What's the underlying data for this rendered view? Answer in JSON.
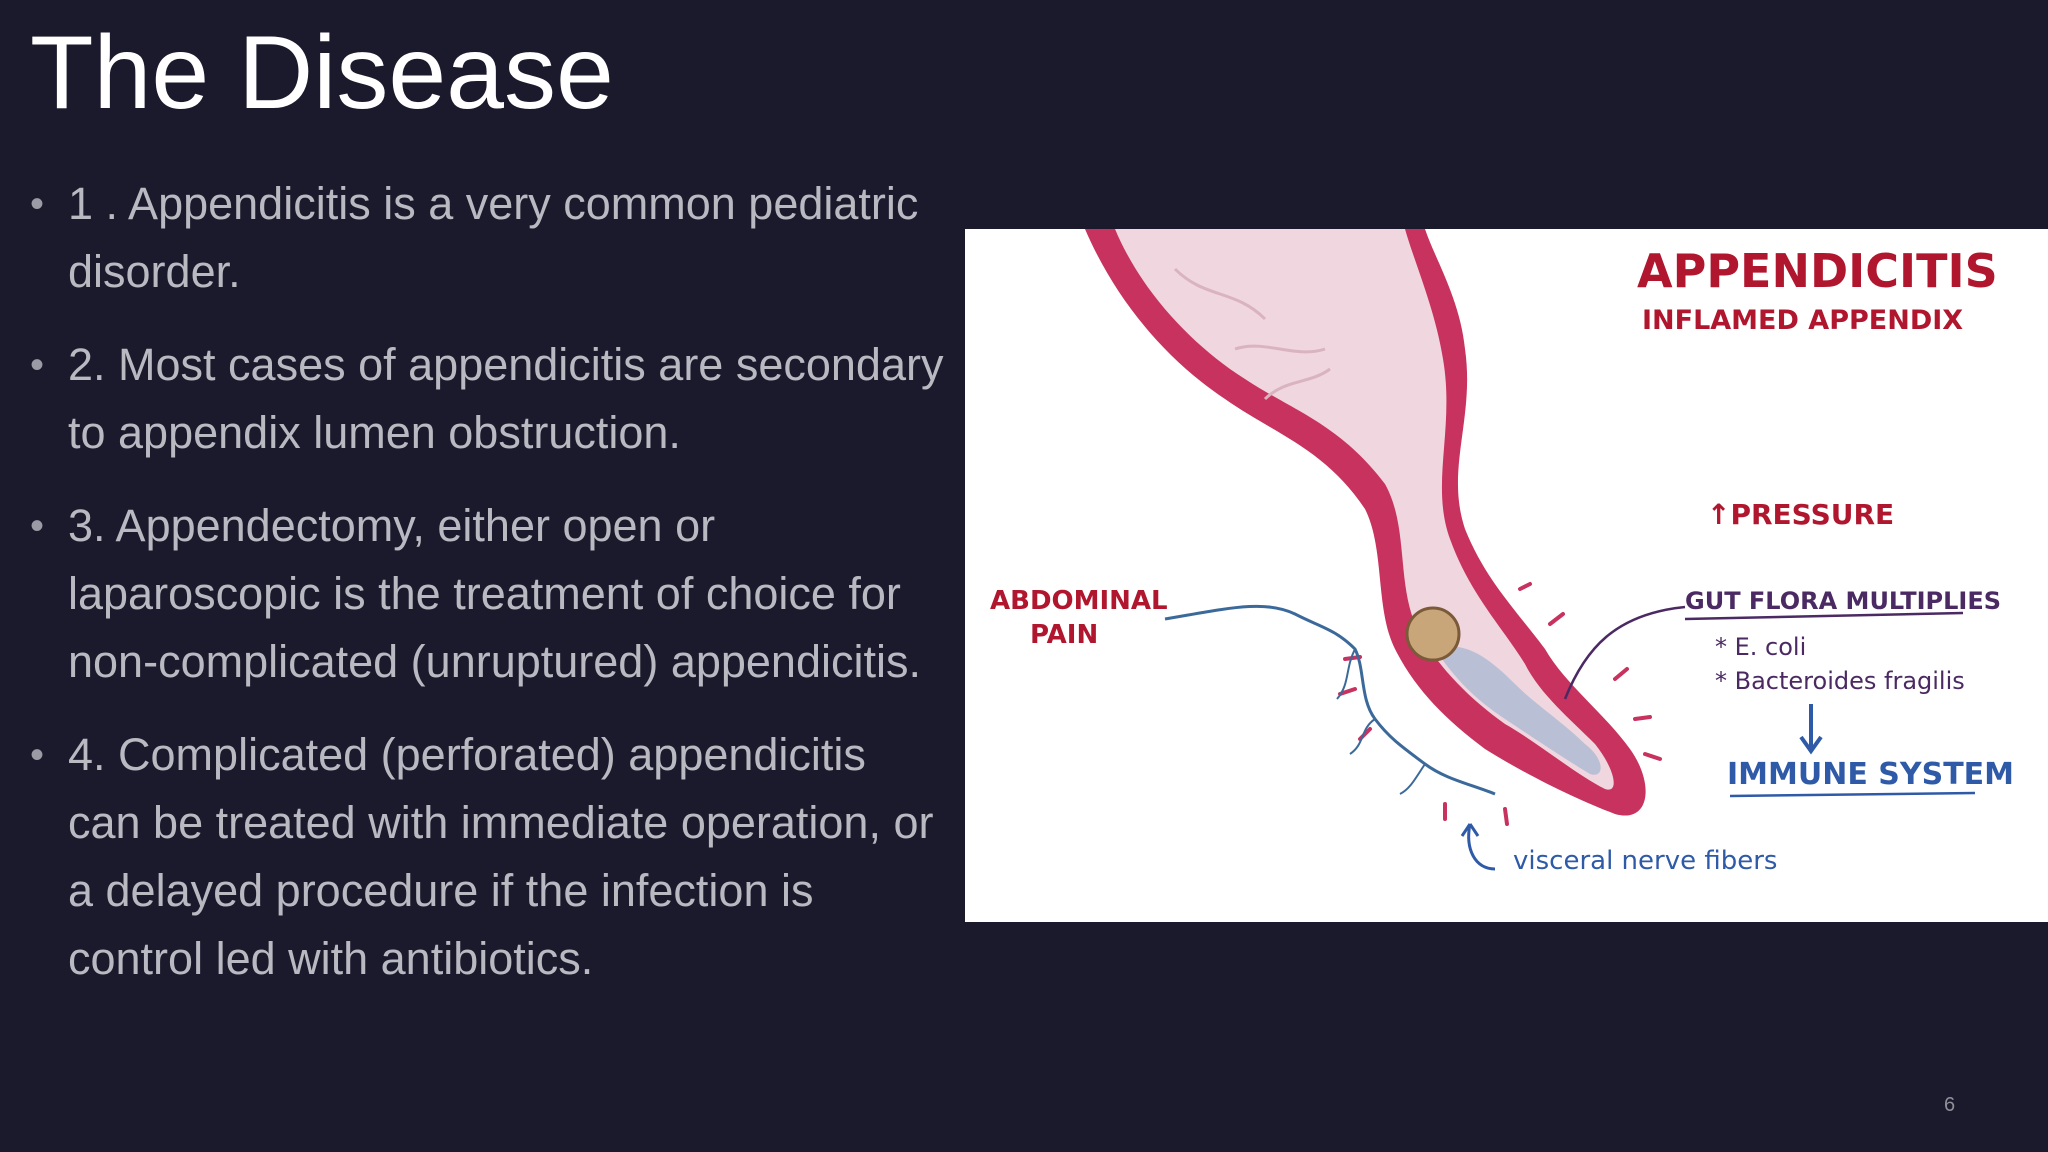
{
  "slide": {
    "title": "The Disease",
    "page_number": "6"
  },
  "bullets": [
    {
      "text": "1 . Appendicitis is a very common pediatric disorder."
    },
    {
      "text": "2. Most cases of appendicitis are secondary to appendix lumen obstruction."
    },
    {
      "text": "3. Appendectomy, either open or laparoscopic is the treatment of choice for non-complicated (unruptured) appendicitis."
    },
    {
      "text": "4. Complicated (perforated) appendicitis can be treated with immediate operation, or a delayed procedure if the infection is control led with antibiotics."
    }
  ],
  "figure": {
    "title": "APPENDICITIS",
    "subtitle": "INFLAMED APPENDIX",
    "pressure": "↑PRESSURE",
    "gut_flora": "GUT FLORA MULTIPLIES",
    "ecoli": "* E. coli",
    "bacteroides": "* Bacteroides fragilis",
    "immune": "IMMUNE SYSTEM",
    "abdominal": "ABDOMINAL",
    "pain": "PAIN",
    "visceral": "visceral nerve fibers",
    "colors": {
      "wall": "#c8325f",
      "lumen": "#f0d6de",
      "title_red": "#b0162e",
      "purple": "#4b2a63",
      "blue": "#2f5aa8",
      "nerve": "#3b6a9a"
    }
  }
}
